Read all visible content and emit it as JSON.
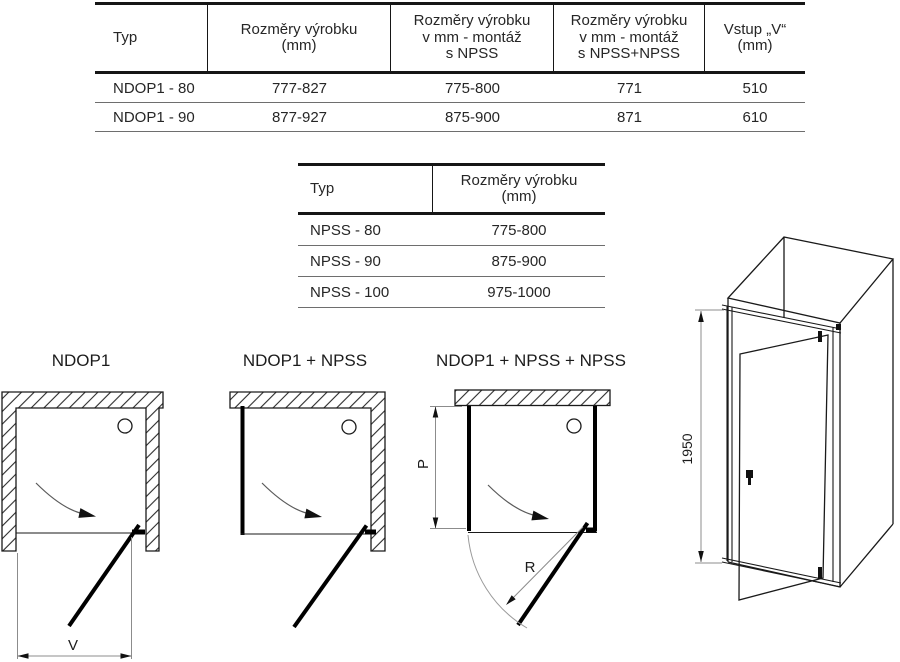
{
  "table1": {
    "headers": [
      "Typ",
      "Rozměry výrobku\n(mm)",
      "Rozměry výrobku\nv mm - montáž\ns NPSS",
      "Rozměry výrobku\nv mm - montáž\ns NPSS+NPSS",
      "Vstup „V“\n(mm)"
    ],
    "rows": [
      [
        "NDOP1 - 80",
        "777-827",
        "775-800",
        "771",
        "510"
      ],
      [
        "NDOP1 - 90",
        "877-927",
        "875-900",
        "871",
        "610"
      ]
    ]
  },
  "table2": {
    "headers": [
      "Typ",
      "Rozměry výrobku\n(mm)"
    ],
    "rows": [
      [
        "NPSS - 80",
        "775-800"
      ],
      [
        "NPSS - 90",
        "875-900"
      ],
      [
        "NPSS - 100",
        "975-1000"
      ]
    ]
  },
  "diagrams": {
    "d1": {
      "title": "NDOP1",
      "v_label": "V"
    },
    "d2": {
      "title": "NDOP1 + NPSS"
    },
    "d3": {
      "title": "NDOP1 + NPSS + NPSS",
      "p_label": "P",
      "r_label": "R"
    },
    "iso": {
      "height_label": "1950"
    }
  },
  "colors": {
    "line": "#1a1a1a",
    "dimension": "#8c8c8c",
    "text": "#262626"
  }
}
